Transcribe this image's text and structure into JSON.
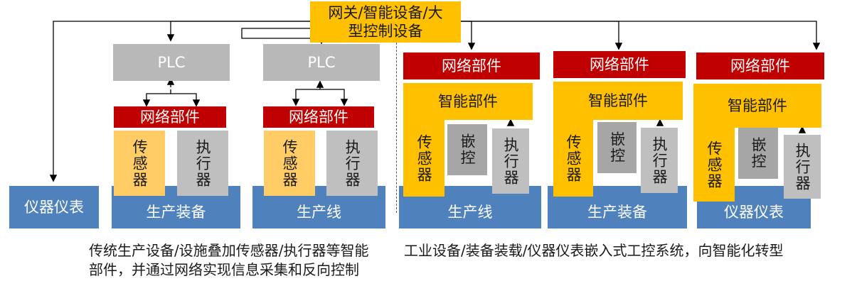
{
  "top": {
    "label_line1": "网关/智能设备/大",
    "label_line2": "型控制设备"
  },
  "left": {
    "instrument": "仪器仪表",
    "group1": {
      "plc": "PLC",
      "network": "网络部件",
      "sensor": "传感器",
      "actuator": "执行器",
      "base": "生产装备"
    },
    "group2": {
      "plc": "PLC",
      "network": "网络部件",
      "sensor": "传感器",
      "actuator": "执行器",
      "base": "生产线"
    },
    "caption": "传统生产设备/设施叠加传感器/执行器等智能部件，并通过网络实现信息采集和反向控制"
  },
  "right": {
    "group1": {
      "network": "网络部件",
      "smart": "智能部件",
      "sensor": "传感器",
      "embedded": "嵌控",
      "actuator": "执行器",
      "base": "生产线"
    },
    "group2": {
      "network": "网络部件",
      "smart": "智能部件",
      "sensor": "传感器",
      "embedded": "嵌控",
      "actuator": "执行器",
      "base": "生产装备"
    },
    "group3": {
      "network": "网络部件",
      "smart": "智能部件",
      "sensor": "传感器",
      "embedded": "嵌控",
      "actuator": "执行器",
      "base": "仪器仪表"
    },
    "caption": "工业设备/装备装载/仪器仪表嵌入式工控系统，向智能化转型"
  },
  "colors": {
    "gray": "#b8b8b8",
    "red": "#c00000",
    "yellow": "#ffc000",
    "light_orange": "#ffcc66",
    "blue": "#4f81bd"
  }
}
